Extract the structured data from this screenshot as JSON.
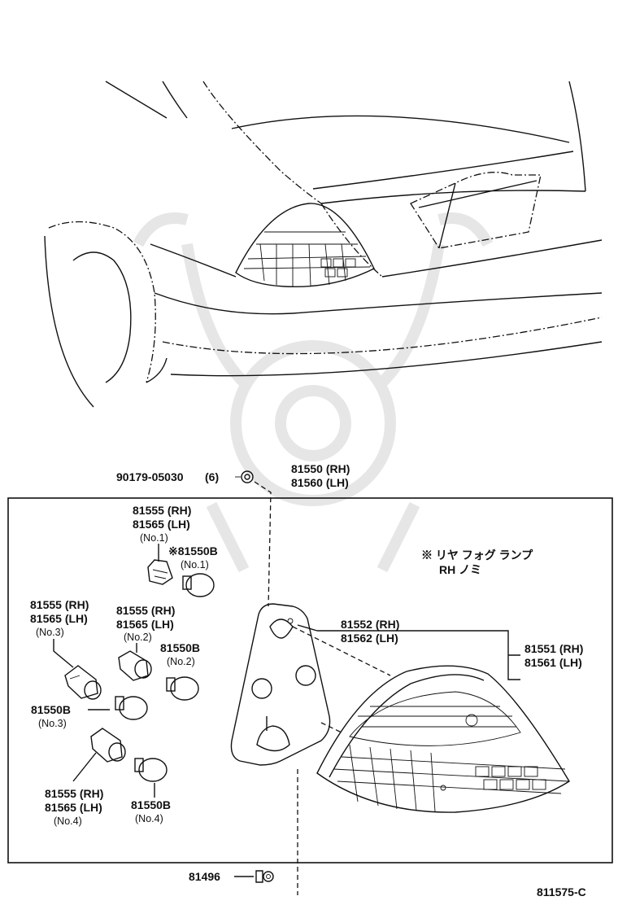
{
  "diagram_id": "811575-C",
  "parts": {
    "nut": {
      "number": "90179-05030",
      "qty": "(6)"
    },
    "lamp_assy": {
      "rh": "81550 (RH)",
      "lh": "81560 (LH)"
    },
    "socket_no1": {
      "rh": "81555 (RH)",
      "lh": "81565 (LH)",
      "pos": "(No.1)"
    },
    "bulb_no1": {
      "number": "※81550B",
      "pos": "(No.1)"
    },
    "socket_no3": {
      "rh": "81555 (RH)",
      "lh": "81565 (LH)",
      "pos": "(No.3)"
    },
    "socket_no2": {
      "rh": "81555 (RH)",
      "lh": "81565 (LH)",
      "pos": "(No.2)"
    },
    "bulb_no2": {
      "number": "81550B",
      "pos": "(No.2)"
    },
    "bulb_no3": {
      "number": "81550B",
      "pos": "(No.3)"
    },
    "socket_no4": {
      "rh": "81555 (RH)",
      "lh": "81565 (LH)",
      "pos": "(No.4)"
    },
    "bulb_no4": {
      "number": "81550B",
      "pos": "(No.4)"
    },
    "gasket": {
      "rh": "81552 (RH)",
      "lh": "81562 (LH)"
    },
    "lens": {
      "rh": "81551 (RH)",
      "lh": "81561 (LH)"
    },
    "screw": {
      "number": "81496"
    }
  },
  "note": {
    "line1": "※ リヤ フォグ ランプ",
    "line2": "RH ノミ"
  }
}
